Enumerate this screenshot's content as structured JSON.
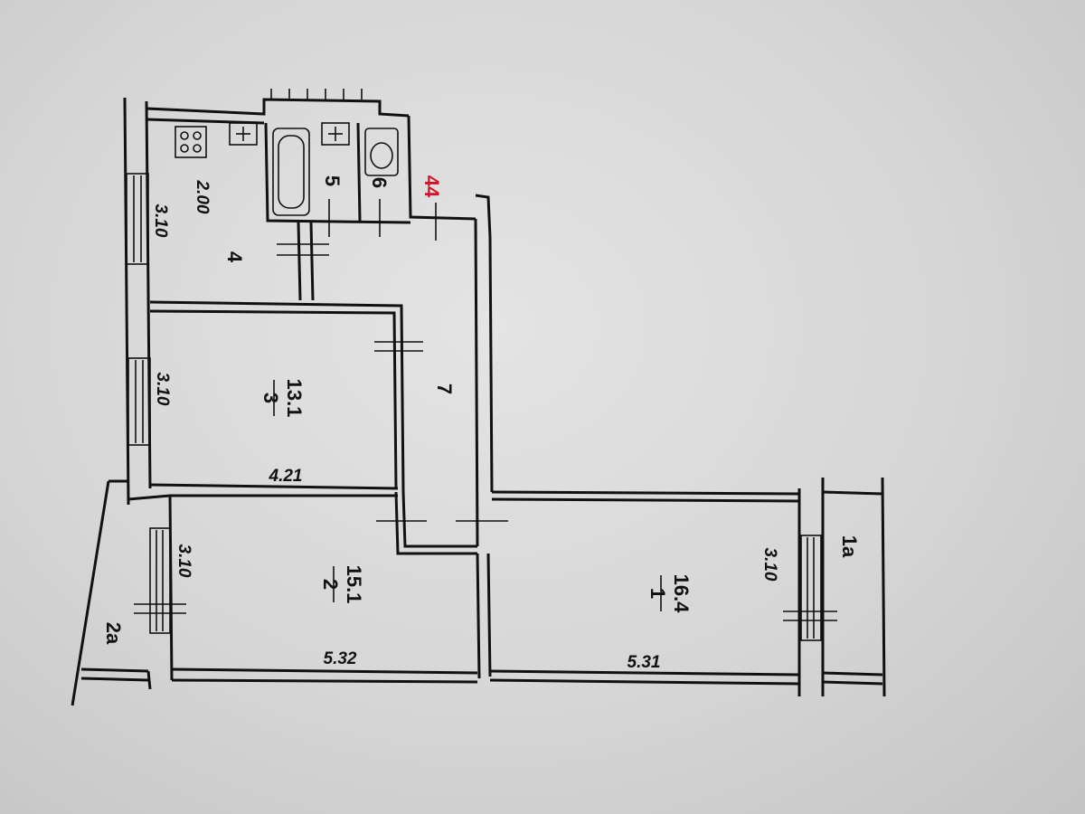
{
  "rooms": {
    "r1": {
      "number": "1",
      "area": "16.4",
      "length": "5.31",
      "width": "3.10"
    },
    "r1a": {
      "number": "1a"
    },
    "r2": {
      "number": "2",
      "area": "15.1",
      "length": "5.32",
      "width": "3.10"
    },
    "r2a": {
      "number": "2a"
    },
    "r3": {
      "number": "3",
      "area": "13.1",
      "length": "4.21",
      "width": "3.10"
    },
    "r4": {
      "number": "4",
      "area": "2.00",
      "width": "3.10"
    },
    "r5": {
      "number": "5"
    },
    "r6": {
      "number": "6"
    },
    "r7": {
      "number": "7"
    }
  },
  "annotation": {
    "text": "44",
    "color": "#d0142c"
  }
}
